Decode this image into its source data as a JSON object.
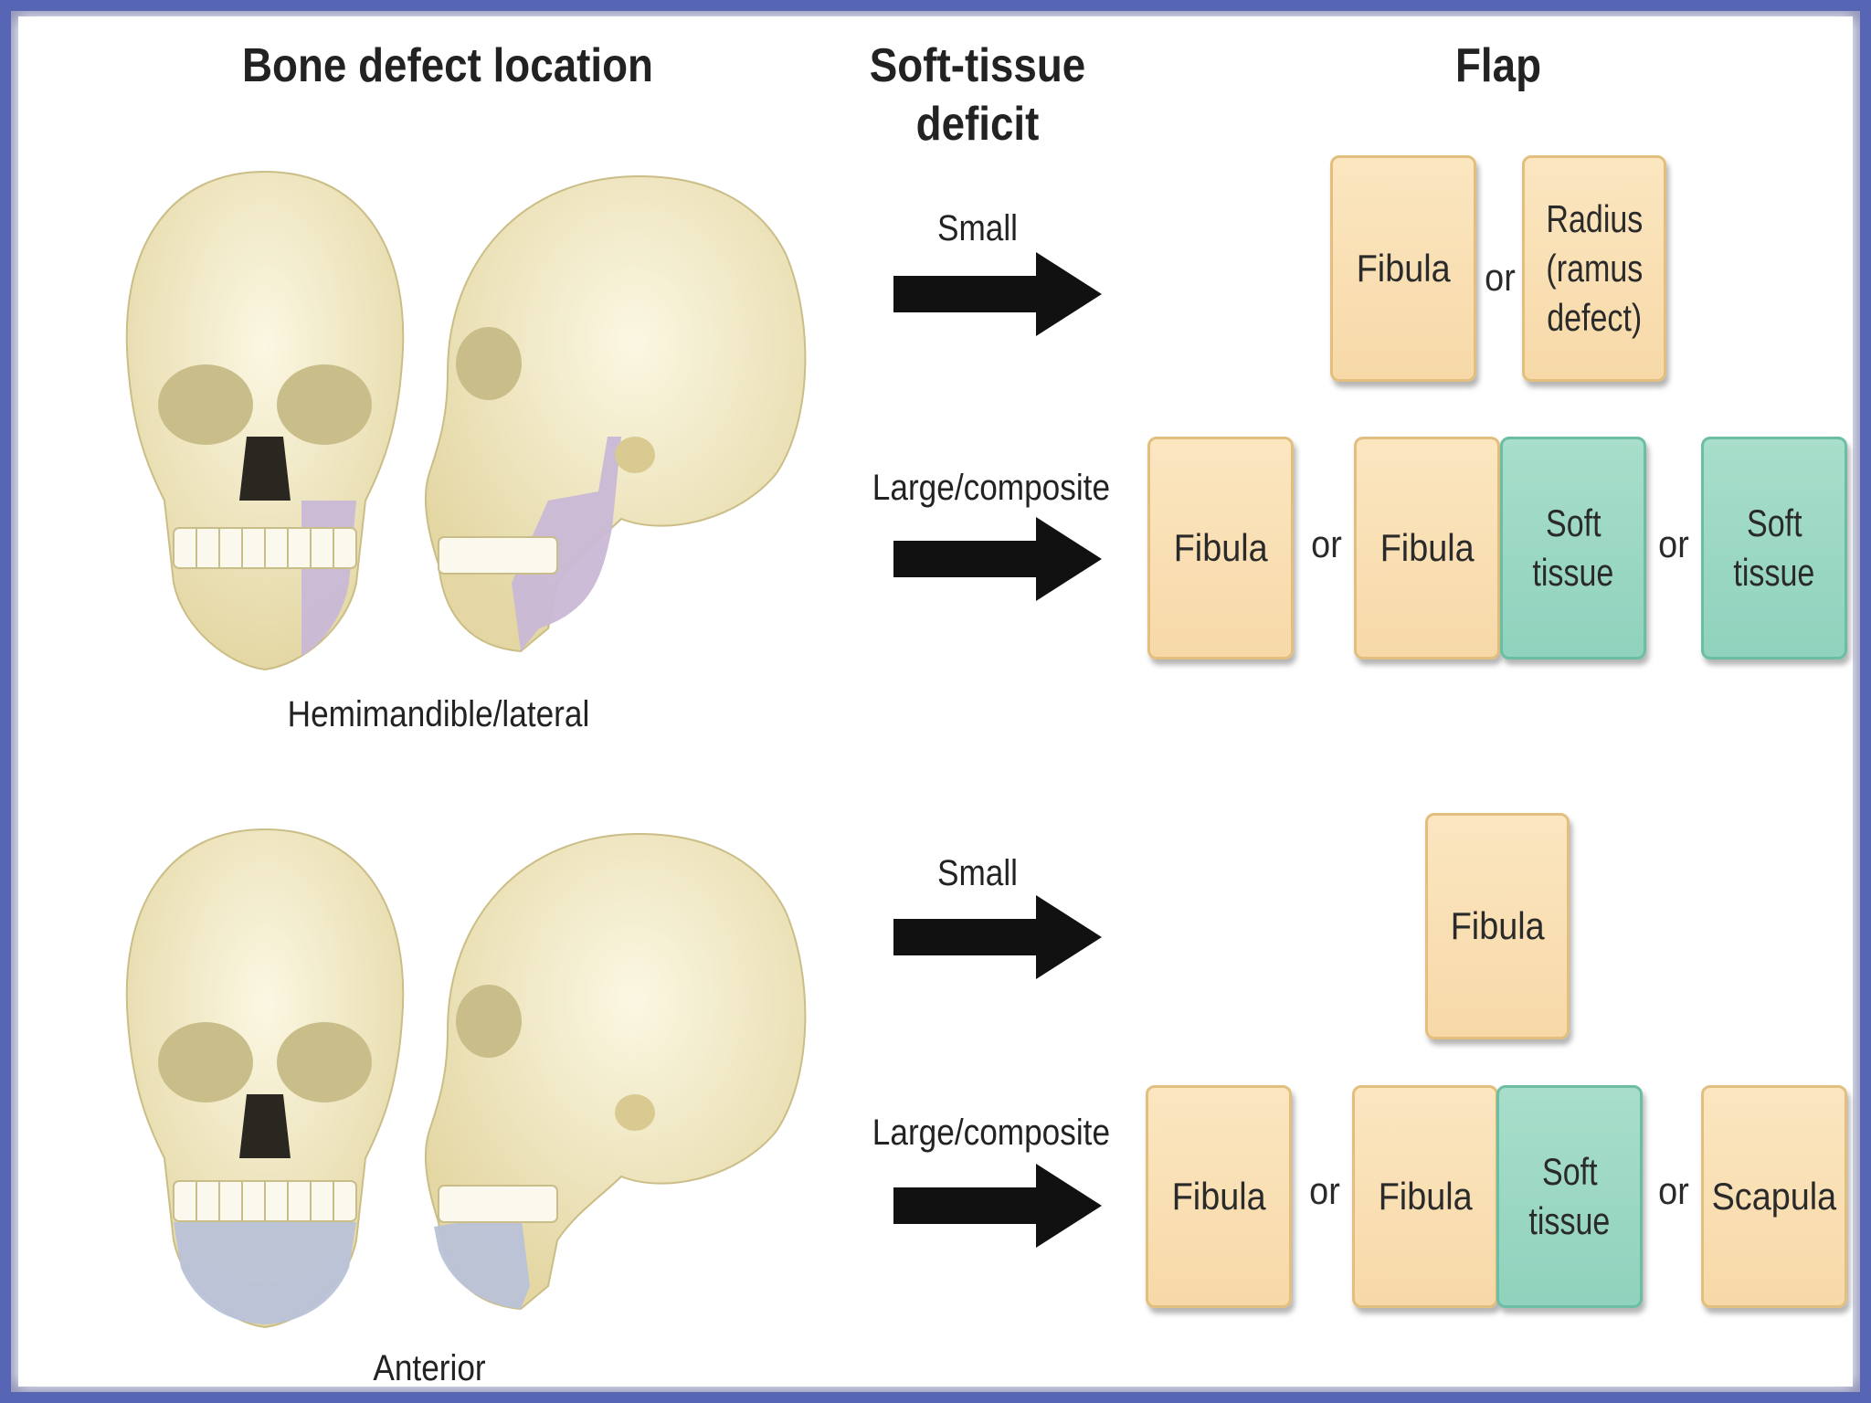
{
  "headers": {
    "bone_defect": "Bone defect location",
    "soft_tissue_line1": "Soft-tissue",
    "soft_tissue_line2": "deficit",
    "flap": "Flap"
  },
  "sections": [
    {
      "location_label": "Hemimandible/lateral",
      "rows": [
        {
          "deficit": "Small",
          "options": [
            {
              "text": "Fibula",
              "type": "bone"
            },
            {
              "text": "or"
            },
            {
              "text": "Radius (ramus defect)",
              "lines": [
                "Radius",
                "(ramus",
                "defect)"
              ],
              "type": "bone"
            }
          ]
        },
        {
          "deficit": "Large/composite",
          "options": [
            {
              "text": "Fibula",
              "type": "bone"
            },
            {
              "text": "or"
            },
            {
              "text": "Fibula",
              "type": "bone"
            },
            {
              "text": "Soft tissue",
              "lines": [
                "Soft",
                "tissue"
              ],
              "type": "soft"
            },
            {
              "text": "or"
            },
            {
              "text": "Soft tissue",
              "lines": [
                "Soft",
                "tissue"
              ],
              "type": "soft"
            }
          ]
        }
      ]
    },
    {
      "location_label": "Anterior",
      "rows": [
        {
          "deficit": "Small",
          "options": [
            {
              "text": "Fibula",
              "type": "bone"
            }
          ]
        },
        {
          "deficit": "Large/composite",
          "options": [
            {
              "text": "Fibula",
              "type": "bone"
            },
            {
              "text": "or"
            },
            {
              "text": "Fibula",
              "type": "bone"
            },
            {
              "text": "Soft tissue",
              "lines": [
                "Soft",
                "tissue"
              ],
              "type": "soft"
            },
            {
              "text": "or"
            },
            {
              "text": "Scapula",
              "type": "bone"
            }
          ]
        }
      ]
    }
  ],
  "colors": {
    "bone_flap": "#f7d9a8",
    "soft_tissue_flap": "#90d2bd",
    "skull": "#f3ecc8",
    "defect_lateral": "#c9b8d6",
    "defect_anterior": "#b9c2d8",
    "frame": "#5666b4"
  },
  "icons": [
    "frontal-skull-icon",
    "lateral-skull-icon",
    "right-arrow-icon"
  ]
}
